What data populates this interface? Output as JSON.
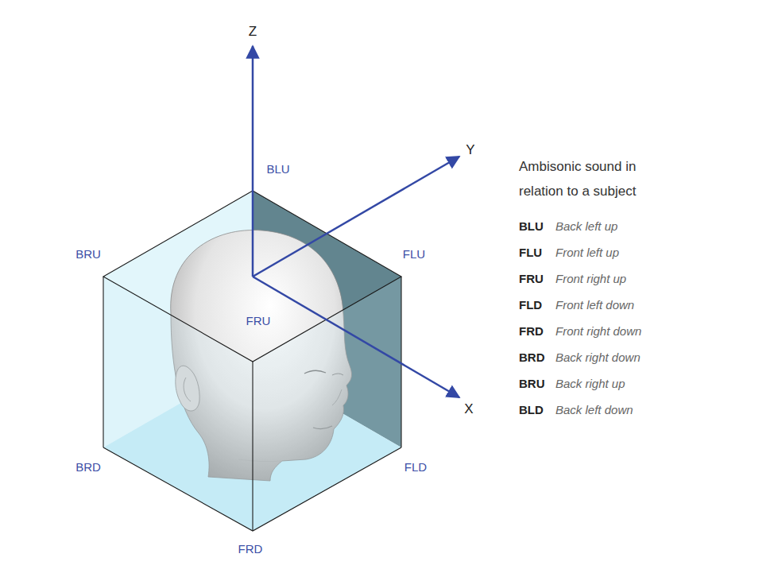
{
  "diagram": {
    "title": "Ambisonic sound in relation to a subject",
    "labels": [
      "Z",
      "Y",
      "X",
      "BLU",
      "BRU",
      "FLU",
      "FRU",
      "BRD",
      "FLD",
      "FRD",
      "BLU",
      "Back left up",
      "FLU",
      "Front left up",
      "FRU",
      "Front right up",
      "FLD",
      "Front left down",
      "FRD",
      "Front right down",
      "BRD",
      "Back right down",
      "BRU",
      "Back right up",
      "BLD",
      "Back left down"
    ]
  }
}
